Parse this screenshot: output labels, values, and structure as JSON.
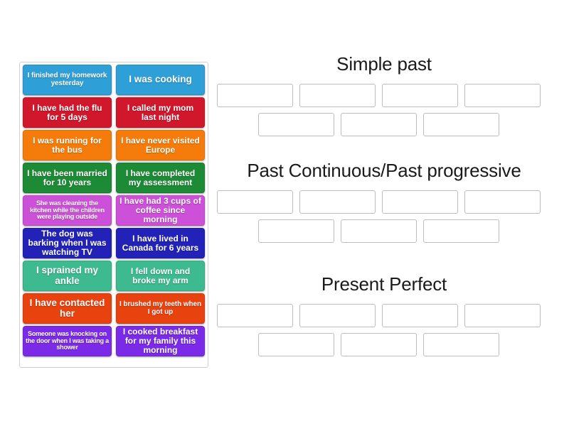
{
  "activity": {
    "type": "group-sort",
    "title": "Tense sorting activity"
  },
  "tray": {
    "name": "draggable-card-tray",
    "cards": [
      {
        "text": "I finished my homework yesterday",
        "color": "#2f9fd8",
        "size": "t-sm"
      },
      {
        "text": "I was cooking",
        "color": "#2f9fd8",
        "size": "t-lg"
      },
      {
        "text": "I have had the flu for 5 days",
        "color": "#d1172b",
        "size": "t-md"
      },
      {
        "text": "I called my mom last night",
        "color": "#d1172b",
        "size": "t-md"
      },
      {
        "text": "I was running for the bus",
        "color": "#f57c0a",
        "size": "t-md"
      },
      {
        "text": "I have never visited Europe",
        "color": "#f57c0a",
        "size": "t-md"
      },
      {
        "text": "I have been married for 10 years",
        "color": "#1d8a36",
        "size": "t-md"
      },
      {
        "text": "I have completed my assessment",
        "color": "#1d8a36",
        "size": "t-md"
      },
      {
        "text": "She was cleaning the kitchen while the children were playing outside",
        "color": "#cc50d8",
        "size": "t-xs"
      },
      {
        "text": "I have had 3 cups of coffee since morning",
        "color": "#cc50d8",
        "size": "t-md"
      },
      {
        "text": "The dog was barking when I was watching TV",
        "color": "#2222b8",
        "size": "t-md"
      },
      {
        "text": "I have lived in Canada for 6 years",
        "color": "#2222b8",
        "size": "t-md"
      },
      {
        "text": "I sprained my ankle",
        "color": "#3dba8f",
        "size": "t-lg"
      },
      {
        "text": "I fell down and broke my arm",
        "color": "#3dba8f",
        "size": "t-md"
      },
      {
        "text": "I have contacted her",
        "color": "#e8420f",
        "size": "t-lg"
      },
      {
        "text": "I brushed my teeth when I got up",
        "color": "#e8420f",
        "size": "t-sm"
      },
      {
        "text": "Someone was knocking on the door when I was taking a shower",
        "color": "#7b2ae8",
        "size": "t-xs"
      },
      {
        "text": "I cooked breakfast for my family this morning",
        "color": "#7b2ae8",
        "size": "t-md"
      }
    ]
  },
  "groups": [
    {
      "title": "Simple past",
      "slots_row_a": [
        "",
        "",
        "",
        ""
      ],
      "slots_row_b": [
        "",
        "",
        ""
      ]
    },
    {
      "title": "Past Continuous/Past progressive",
      "slots_row_a": [
        "",
        "",
        "",
        ""
      ],
      "slots_row_b": [
        "",
        "",
        ""
      ]
    },
    {
      "title": "Present Perfect",
      "slots_row_a": [
        "",
        "",
        "",
        ""
      ],
      "slots_row_b": [
        "",
        "",
        ""
      ]
    }
  ],
  "colors": {
    "tray_border": "#d0d0d0",
    "slot_border": "#bdbdbd",
    "title_text": "#1a1a1a",
    "page_background": "#ffffff"
  }
}
